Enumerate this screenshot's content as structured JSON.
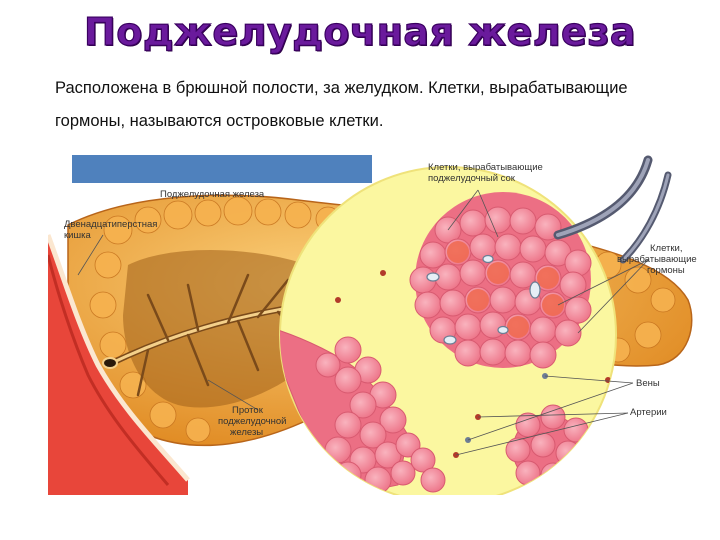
{
  "page": {
    "title": "Поджелудочная железа",
    "intro": "Расположена в брюшной полости, за желудком. Клетки, вырабатывающие гормоны, называются островковые клетки."
  },
  "figure": {
    "labels": {
      "pancreas": "Поджелудочная железа",
      "duodenum_1": "Двенадцатиперстная",
      "duodenum_2": "кишка",
      "juice_cells_1": "Клетки, вырабатывающие",
      "juice_cells_2": "поджелудочный сок",
      "hormone_cells_1": "Клетки,",
      "hormone_cells_2": "вырабатывающие",
      "hormone_cells_3": "гормоны",
      "veins": "Вены",
      "arteries": "Артерии",
      "duct_1": "Проток",
      "duct_2": "поджелудочной",
      "duct_3": "железы"
    },
    "colors": {
      "accent_blue": "#4f81bd",
      "title_purple": "#6a1a9c",
      "pancreas_orange": "#f0a640",
      "zoom_yellow": "#fbf7a0",
      "cell_pink": "#f08a9a"
    }
  }
}
